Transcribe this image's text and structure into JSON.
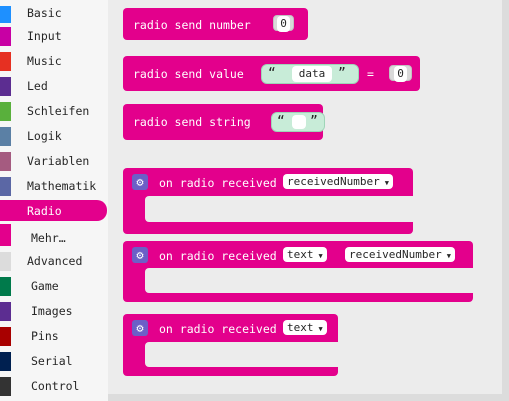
{
  "toolbox": {
    "categories": [
      {
        "label": "Basic",
        "color": "#1e90ff"
      },
      {
        "label": "Input",
        "color": "#c800a4"
      },
      {
        "label": "Music",
        "color": "#e63022"
      },
      {
        "label": "Led",
        "color": "#5c2d91"
      },
      {
        "label": "Schleifen",
        "color": "#59b03c"
      },
      {
        "label": "Logik",
        "color": "#5b80a5"
      },
      {
        "label": "Variablen",
        "color": "#a55b80"
      },
      {
        "label": "Mathematik",
        "color": "#5b67a5"
      },
      {
        "label": "Radio",
        "color": "#e3008c"
      },
      {
        "label": "Mehr…",
        "color": "#e3008c"
      },
      {
        "label": "Advanced",
        "color": "#dcdcdc"
      },
      {
        "label": "Game",
        "color": "#007a4b"
      },
      {
        "label": "Images",
        "color": "#5c2d91"
      },
      {
        "label": "Pins",
        "color": "#a80000"
      },
      {
        "label": "Serial",
        "color": "#002050"
      },
      {
        "label": "Control",
        "color": "#333333"
      }
    ]
  },
  "blocks": {
    "send_number": {
      "label": "radio send number",
      "value": "0"
    },
    "send_value": {
      "label": "radio send value",
      "name": "data",
      "eq": "=",
      "value": "0"
    },
    "send_string": {
      "label": "radio send string",
      "value": ""
    },
    "on_received_number": {
      "label": "on radio received",
      "param": "receivedNumber"
    },
    "on_received_text_number": {
      "label": "on radio received",
      "param1": "text",
      "param2": "receivedNumber"
    },
    "on_received_text": {
      "label": "on radio received",
      "param": "text"
    }
  },
  "icons": {
    "gear": "gear-icon",
    "dropdown": "caret-down-icon"
  },
  "colors": {
    "radio": "#e3008c",
    "gear": "#6c5fc7",
    "workspace": "#ececec"
  }
}
